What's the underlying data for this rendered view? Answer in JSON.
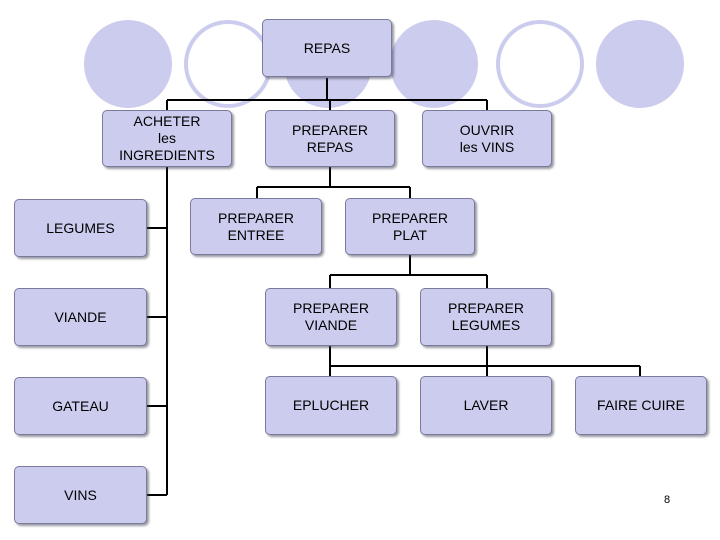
{
  "colors": {
    "node_fill": "#ccccee",
    "node_border": "#7a7a9a",
    "connector": "#000000",
    "deco": "#ccccee"
  },
  "nodes": {
    "repas": "REPAS",
    "acheter": "ACHETER\nles\nINGREDIENTS",
    "preparer_repas": "PREPARER\nREPAS",
    "ouvrir_vins": "OUVRIR\nles VINS",
    "legumes": "LEGUMES",
    "viande": "VIANDE",
    "gateau": "GATEAU",
    "vins": "VINS",
    "preparer_entree": "PREPARER\nENTREE",
    "preparer_plat": "PREPARER\nPLAT",
    "preparer_viande": "PREPARER\nVIANDE",
    "preparer_legumes": "PREPARER\nLEGUMES",
    "eplucher": "EPLUCHER",
    "laver": "LAVER",
    "faire_cuire": "FAIRE CUIRE"
  },
  "page_number": "8"
}
